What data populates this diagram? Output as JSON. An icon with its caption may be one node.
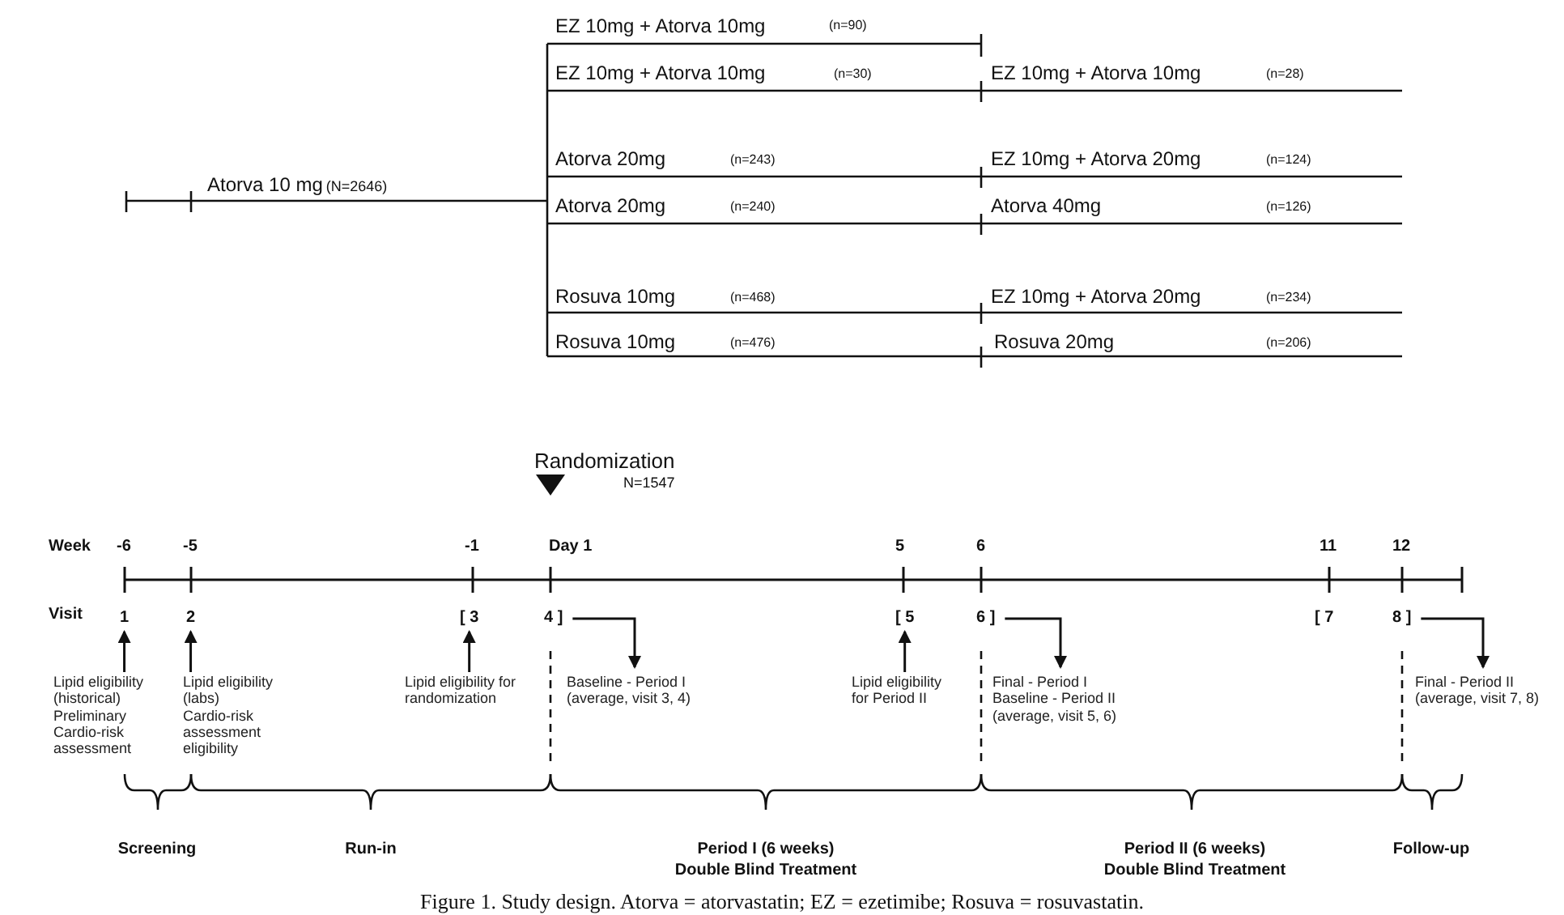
{
  "diagram": {
    "caption": "Figure 1. Study design. Atorva = atorvastatin; EZ = ezetimibe; Rosuva = rosuvastatin.",
    "nodes": [
      {
        "text": [
          "1"
        ]
      },
      {
        "text": [
          "Lipid eligibility (historical)",
          "Preliminary Cardio-risk assessment"
        ]
      },
      {
        "text": [
          "2"
        ]
      },
      {
        "text": [
          "Lipid eligibility (labs)",
          "Cardio-risk assessment eligibility"
        ]
      },
      {
        "text": [
          "[ 3"
        ]
      },
      {
        "text": [
          "Lipid eligibility for randomization"
        ]
      },
      {
        "text": [
          "4 ]"
        ]
      },
      {
        "text": [
          "Baseline - Period I",
          "(average, visit 3, 4)"
        ]
      },
      {
        "text": [
          "[ 5"
        ]
      },
      {
        "text": [
          "Lipid eligibility for Period II"
        ]
      },
      {
        "text": [
          "6 ]"
        ]
      },
      {
        "text": [
          "Final - Period I",
          "Baseline - Period II",
          "(average, visit 5, 6)"
        ]
      },
      {
        "text": [
          "8 ]"
        ]
      },
      {
        "text": [
          "Final - Period II",
          "(average, visit 7, 8)"
        ]
      }
    ],
    "edges": [
      {
        "from": 1,
        "to": 0,
        "arrow": "to"
      },
      {
        "from": 3,
        "to": 2,
        "arrow": "to"
      },
      {
        "from": 5,
        "to": 4,
        "arrow": "to"
      },
      {
        "from": 6,
        "to": 7,
        "arrow": "to"
      },
      {
        "from": 9,
        "to": 8,
        "arrow": "to"
      },
      {
        "from": 10,
        "to": 11,
        "arrow": "to"
      },
      {
        "from": 12,
        "to": 13,
        "arrow": "to"
      }
    ],
    "labels": [
      "Atorva 10 mg",
      "(N=2646)",
      "EZ 10mg + Atorva 10mg",
      "(n=90)",
      "EZ 10mg + Atorva 10mg",
      "(n=30)",
      "EZ 10mg + Atorva 10mg",
      "(n=28)",
      "Atorva 20mg",
      "(n=243)",
      "EZ 10mg + Atorva 20mg",
      "(n=124)",
      "Atorva 20mg",
      "(n=240)",
      "Atorva 40mg",
      "(n=126)",
      "Rosuva 10mg",
      "(n=468)",
      "EZ 10mg + Atorva 20mg",
      "(n=234)",
      "Rosuva 10mg",
      "(n=476)",
      "Rosuva 20mg",
      "(n=206)",
      "Randomization",
      "N=1547",
      "Week",
      "-6",
      "-5",
      "-1",
      "Day 1",
      "5",
      "6",
      "11",
      "12",
      "Visit",
      "[ 7",
      "Screening",
      "Run-in",
      "Period I (6 weeks)",
      "Double Blind Treatment",
      "Period II (6 weeks)",
      "Double Blind Treatment",
      "Follow-up"
    ]
  }
}
